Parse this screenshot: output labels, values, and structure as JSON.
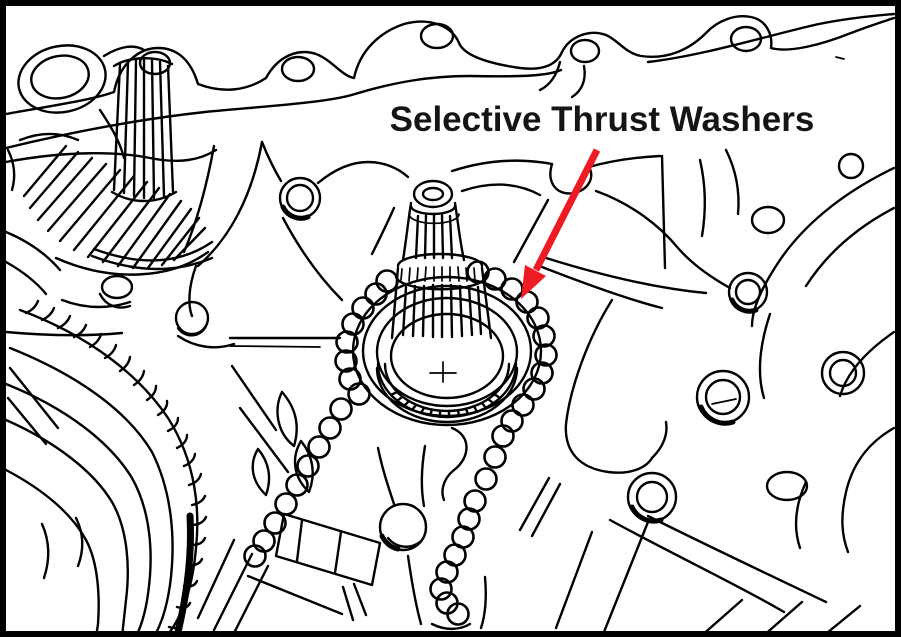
{
  "figure": {
    "caption": "Selective Thrust Washers",
    "caption_color": "#151515",
    "arrow_color": "#ed1c24",
    "ink_color": "#000000",
    "background_color": "#ffffff",
    "border_color": "#000000",
    "parts": {
      "labeled_part": "selective-thrust-washers",
      "drawn_parts": [
        "transfer-case-housing",
        "mounting-flange-with-bolt-ears",
        "splined-output-shaft",
        "thrust-washer-stack",
        "drive-sprocket",
        "drive-chain",
        "helical-gear",
        "ring-gear",
        "bolt-bosses",
        "casting-ribs"
      ]
    }
  }
}
